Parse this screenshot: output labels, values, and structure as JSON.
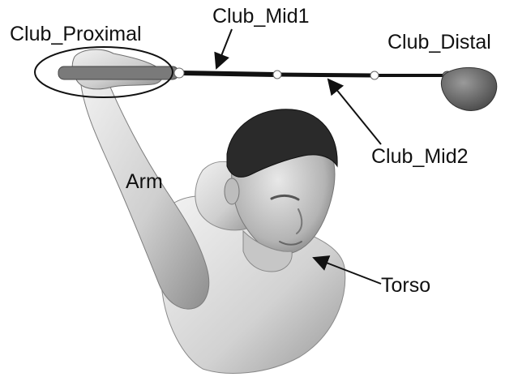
{
  "labels": {
    "club_proximal": "Club_Proximal",
    "club_mid1": "Club_Mid1",
    "club_distal": "Club_Distal",
    "club_mid2": "Club_Mid2",
    "arm": "Arm",
    "torso": "Torso"
  },
  "colors": {
    "background": "#ffffff",
    "skin_light": "#e6e6e6",
    "skin_mid": "#b9b9b9",
    "skin_dark": "#7c7c7c",
    "hair": "#2a2a2a",
    "club_shaft": "#111111",
    "club_head": "#6a6a6a",
    "annotation_line": "#111111"
  }
}
